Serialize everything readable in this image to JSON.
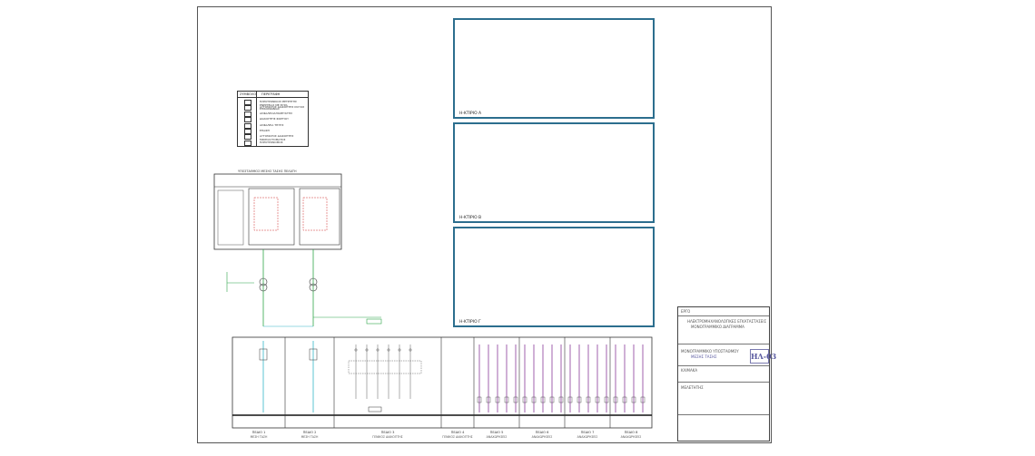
{
  "legend": {
    "col1": "ΣΥΜΒΟΛΟ",
    "col2": "ΠΕΡΙΓΡΑΦΗ",
    "rows": [
      "ΗΛΕΚΤΡΟΝΙΚΟΣ ΜΕΤΡΗΤΗΣ ΕΝΕΡΓΕΙΑΣ ΜΕ ΘΥΡΑ ΕΠΙΚΟΙΝΩΝΙΑΣ",
      "ΑΥΤΟΜΑΤΟΣ ΔΙΑΚΟΠΤΗΣ ΙΣΧΥΟΣ",
      "ΑΣΦΑΛΕΙΟΑΠΟΖΕΥΚΤΗΣ",
      "ΔΙΑΚΟΠΤΗΣ ΦΟΡΤΙΟΥ",
      "ΑΣΦΑΛΕΙΑ ΤΗΞΗΣ",
      "ΕΠΑΦΗ",
      "ΑΥΤΟΜΑΤΟΣ ΔΙΑΚΟΠΤΗΣ ΜΙΚΡΟΑΥΤΟΜΑΤΟΣ",
      "ΗΛΕΚΤΡΟΝΟΜΟΣ"
    ]
  },
  "substation": {
    "title": "ΥΠΟΣΤΑΘΜΟΣ ΜΕΣΗΣ ΤΑΣΗΣ ΠΕΛΑΤΗ"
  },
  "panels": [
    {
      "label": "Η-ΚΤΙΡΙΟ Α"
    },
    {
      "label": "Η-ΚΤΙΡΙΟ Β"
    },
    {
      "label": "Η-ΚΤΙΡΙΟ Γ"
    }
  ],
  "feeders": [
    {
      "label": "ΠΕΔΙΟ 1",
      "sub": "ΜΕΣΗ ΤΑΣΗ"
    },
    {
      "label": "ΠΕΔΙΟ 2",
      "sub": "ΜΕΣΗ ΤΑΣΗ"
    },
    {
      "label": "ΠΕΔΙΟ 3",
      "sub": "ΓΕΝΙΚΟΣ ΔΙΑΚΟΠΤΗΣ"
    },
    {
      "label": "ΠΕΔΙΟ 4",
      "sub": "ΓΕΝΙΚΟΣ ΔΙΑΚΟΠΤΗΣ"
    },
    {
      "label": "ΠΕΔΙΟ 5",
      "sub": "ΑΝΑΧΩΡΗΣΕΙΣ"
    },
    {
      "label": "ΠΕΔΙΟ 6",
      "sub": "ΑΝΑΧΩΡΗΣΕΙΣ"
    },
    {
      "label": "ΠΕΔΙΟ 7",
      "sub": "ΑΝΑΧΩΡΗΣΕΙΣ"
    },
    {
      "label": "ΠΕΔΙΟ 8",
      "sub": "ΑΝΑΧΩΡΗΣΕΙΣ"
    }
  ],
  "titleblock": {
    "header": "ΕΡΓΟ",
    "project_line1": "ΗΛΕΚΤΡΟΜΗΧΑΝΟΛΟΓΙΚΕΣ ΕΓΚΑΤΑΣΤΑΣΕΙΣ",
    "project_line2": "ΜΟΝΟΓΡΑΜΜΙΚΟ ΔΙΑΓΡΑΜΜΑ",
    "drawing_title": "ΜΟΝΟΓΡΑΜΜΙΚΟ ΥΠΟΣΤΑΘΜΟΥ",
    "drawing_sub": "ΜΕΣΗΣ ΤΑΣΗΣ",
    "code": "ΗΛ-03",
    "scale_label": "ΚΛΙΜΑΚΑ",
    "designer_label": "ΜΕΛΕΤΗΤΗΣ"
  },
  "colors": {
    "panel_border": "#2c6e8e",
    "cable_green": "#2fa64a",
    "cable_cyan": "#35b6c8",
    "feeder_purple": "#8a3a9a",
    "alert_red": "#d03030"
  }
}
